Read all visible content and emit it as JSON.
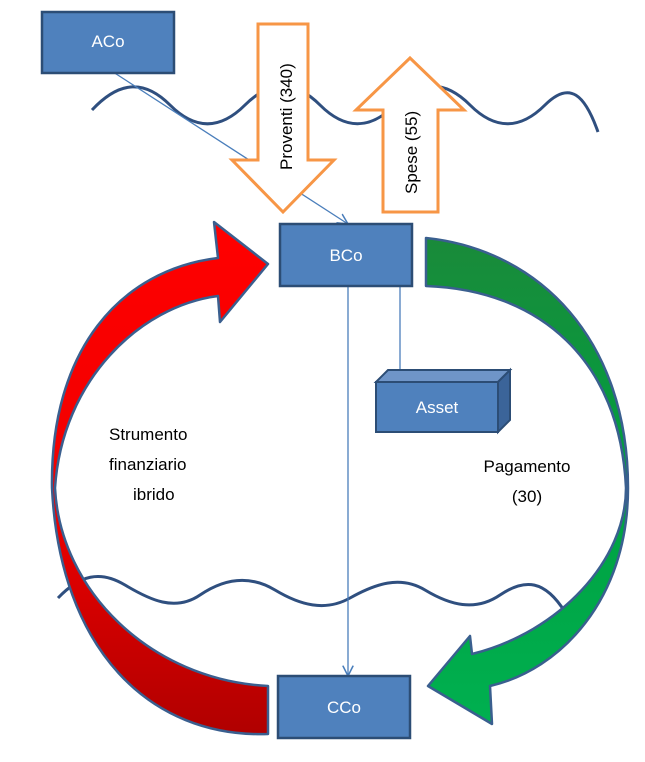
{
  "diagram": {
    "nodes": {
      "aco": "ACo",
      "bco": "BCo",
      "cco": "CCo",
      "asset": "Asset"
    },
    "arrows": {
      "proceeds": "Proventi (340)",
      "expenses": "Spese (55)"
    },
    "flows": {
      "left_line1": "Strumento",
      "left_line2": "finanziario",
      "left_line3": "ibrido",
      "right_line1": "Pagamento",
      "right_line2": "(30)"
    },
    "colors": {
      "box_fill": "#4f81bd",
      "box_stroke": "#2c4d75",
      "wave": "#2f4f7f",
      "connector": "#4a7ebb",
      "outline_arrow": "#f79646",
      "red": "#e00000",
      "green": "#00a050"
    }
  }
}
